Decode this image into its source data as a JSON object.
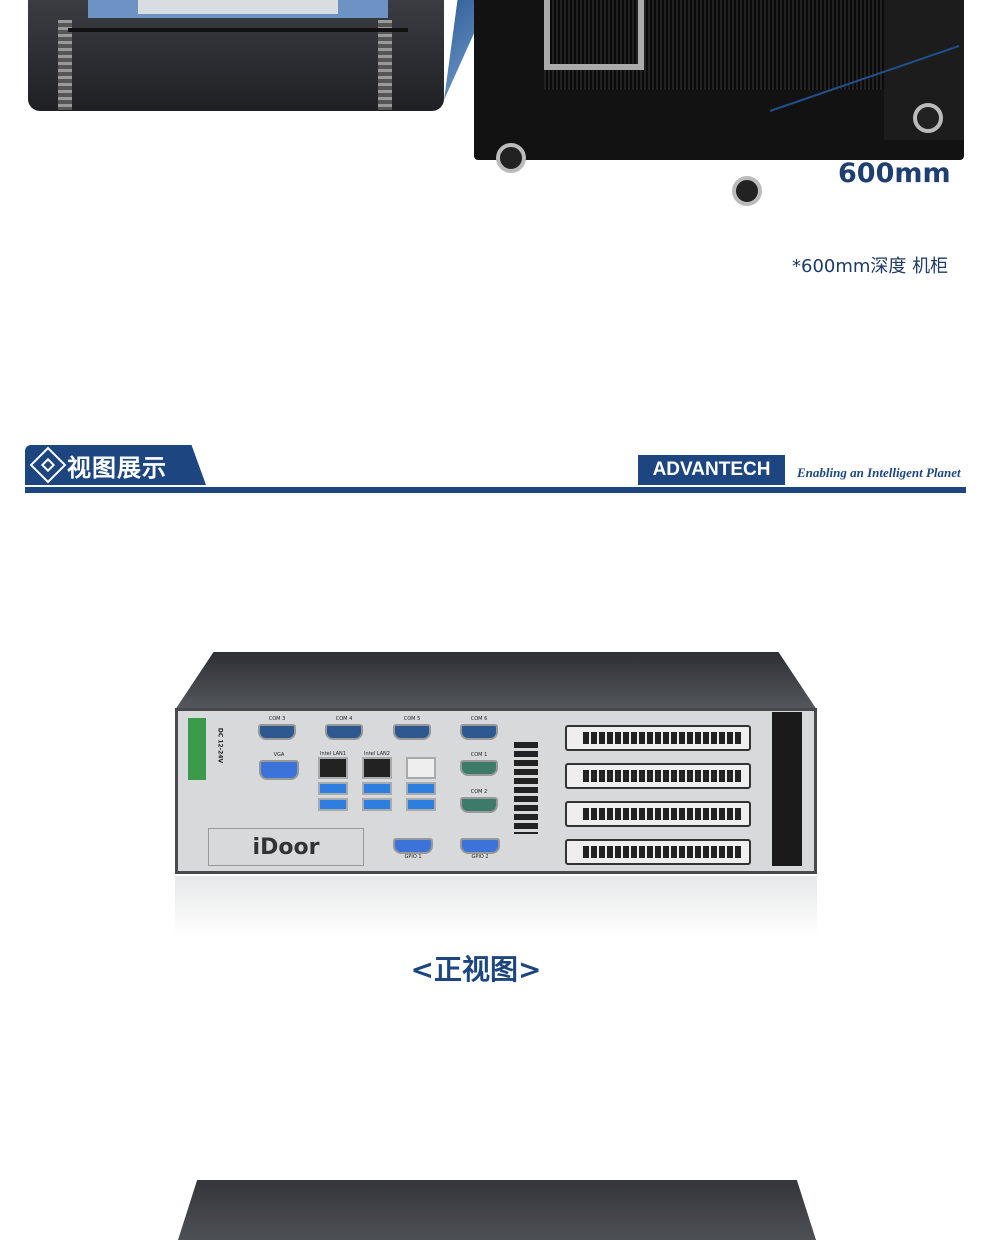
{
  "cabinet_section": {
    "dimension_label": "600mm",
    "caption": "*600mm深度 机柜"
  },
  "section_header": {
    "title": "视图展示",
    "brand_logo": "ADVANTECH",
    "brand_tagline": "Enabling an Intelligent Planet"
  },
  "front_view": {
    "caption": "<正视图>",
    "ports": {
      "com3": "COM 3",
      "com4": "COM 4",
      "com5": "COM 5",
      "com6": "COM 6",
      "vga": "VGA",
      "lan1": "Intel LAN1",
      "lan2": "Intel LAN2",
      "com1": "COM 1",
      "com2": "COM 2",
      "gpio1": "GPIO 1",
      "gpio2": "GPIO 2",
      "power": "DC 12-24V"
    },
    "plate_logo": "iDoor"
  },
  "colors": {
    "brand_blue": "#1d4680"
  }
}
